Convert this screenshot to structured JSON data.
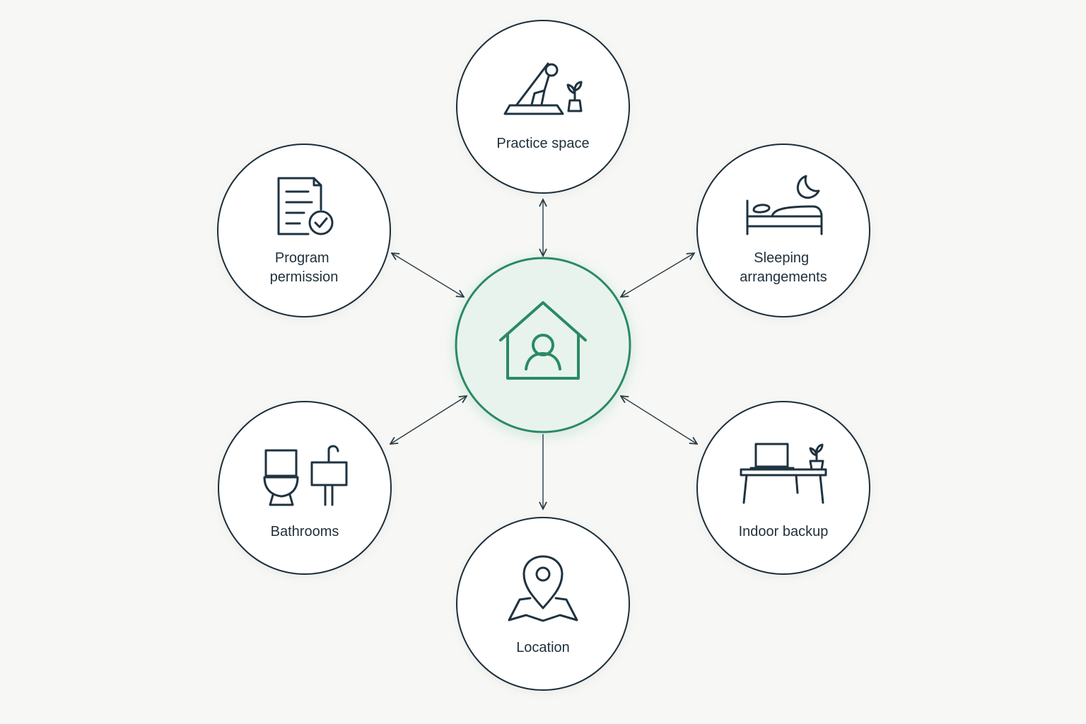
{
  "colors": {
    "background": "#f7f8f5",
    "outline": "#1f2f3a",
    "accent": "#2a8a63",
    "hub_fill": "#e8f3ee"
  },
  "hub": {
    "icon": "home-person-icon"
  },
  "nodes": [
    {
      "id": "practice-space",
      "icon": "yoga-pose-icon",
      "label_lines": [
        "Practice space"
      ]
    },
    {
      "id": "sleeping-arrangements",
      "icon": "bed-moon-icon",
      "label_lines": [
        "Sleeping",
        "arrangements"
      ]
    },
    {
      "id": "indoor-backup",
      "icon": "desk-laptop-icon",
      "label_lines": [
        "Indoor backup"
      ]
    },
    {
      "id": "location",
      "icon": "map-pin-icon",
      "label_lines": [
        "Location"
      ]
    },
    {
      "id": "bathrooms",
      "icon": "toilet-sink-icon",
      "label_lines": [
        "Bathrooms"
      ]
    },
    {
      "id": "program-permission",
      "icon": "document-check-icon",
      "label_lines": [
        "Program",
        "permission"
      ]
    }
  ]
}
